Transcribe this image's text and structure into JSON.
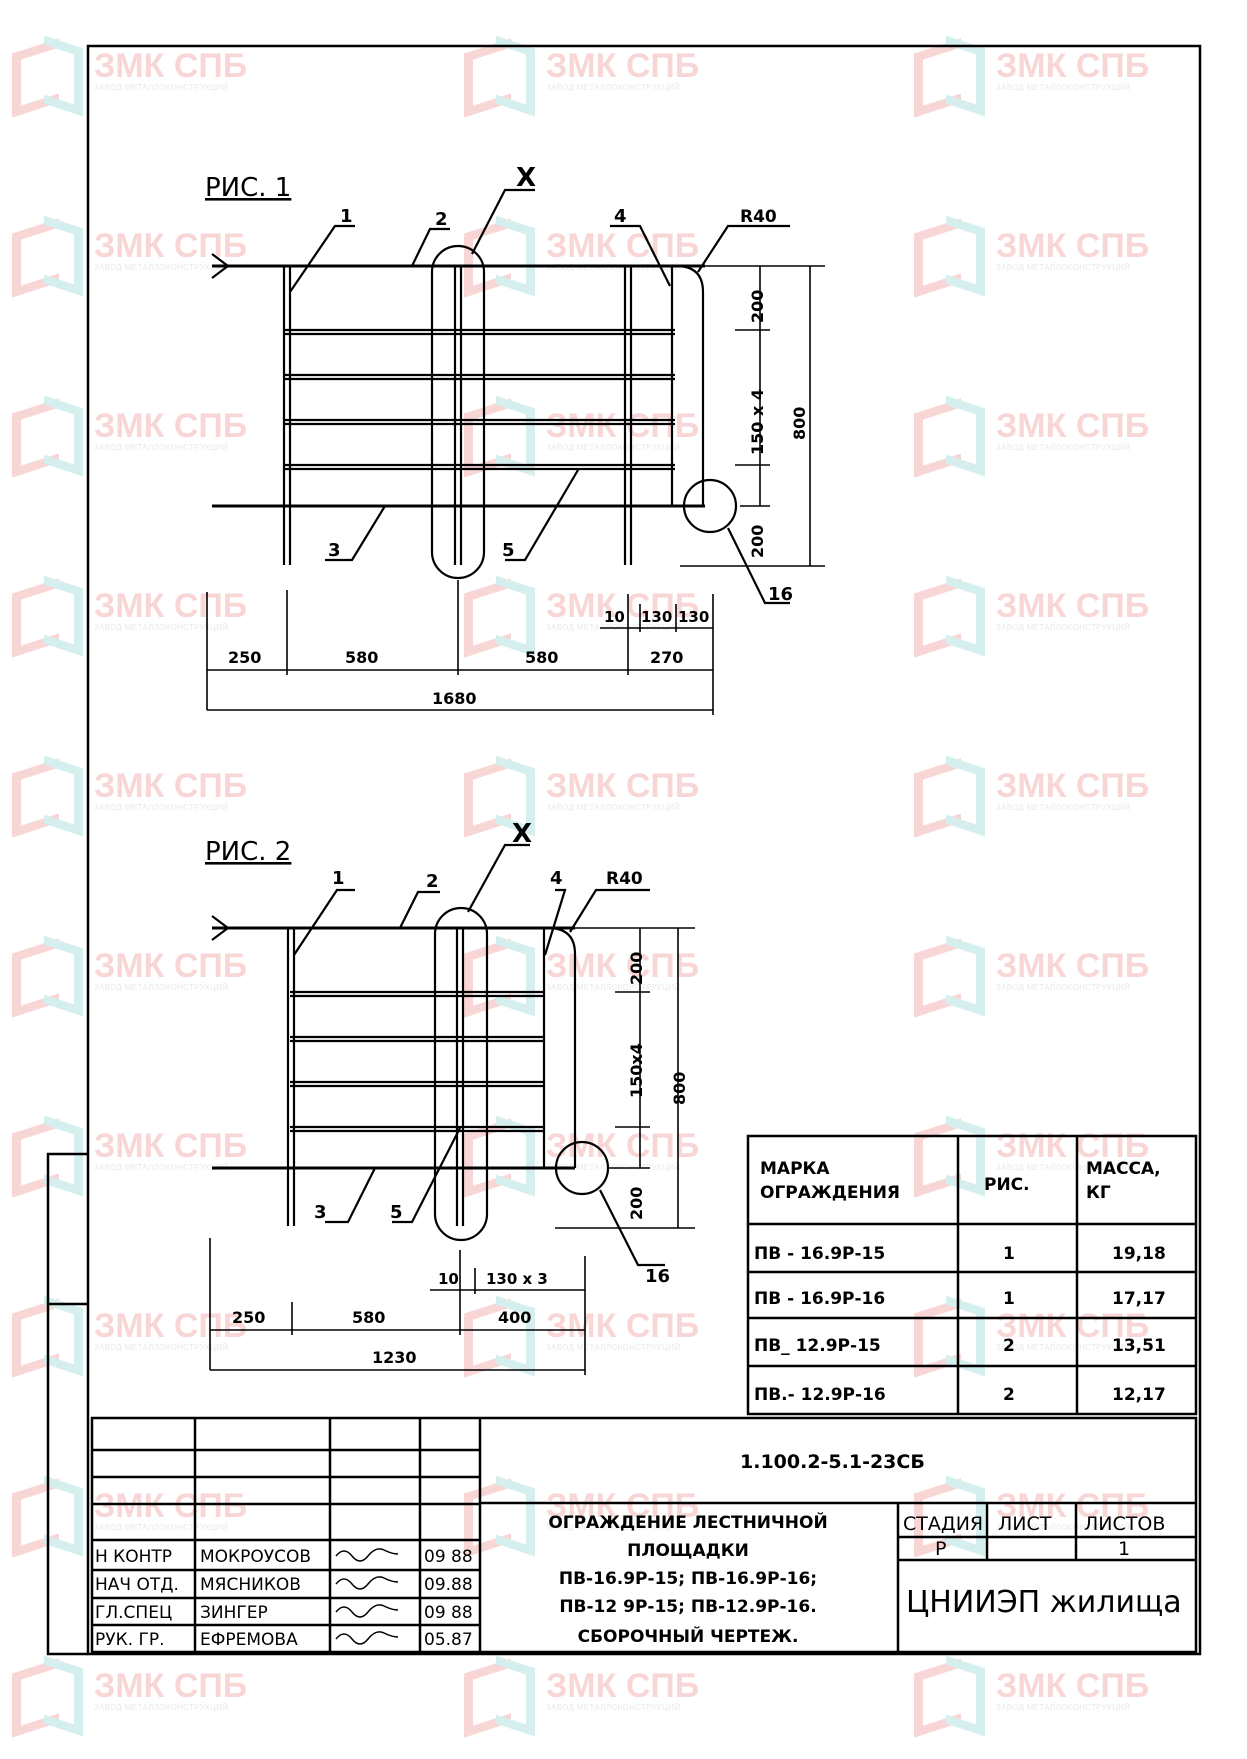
{
  "watermark": {
    "title": "ЗМК СПБ",
    "subtitle": "ЗАВОД МЕТАЛЛОКОНСТРУКЦИЙ",
    "accent_red": "#e74a4a",
    "accent_teal": "#3fb8b0"
  },
  "fig1": {
    "title": "РИС. 1",
    "callouts": [
      "1",
      "2",
      "4",
      "3",
      "5",
      "16"
    ],
    "node_label": "X",
    "radius_label": "R40",
    "v_dims": [
      "200",
      "150 х 4",
      "200",
      "800"
    ],
    "h_dims": [
      "250",
      "580",
      "580",
      "270",
      "1680"
    ],
    "small_dims": [
      "10",
      "130",
      "130"
    ]
  },
  "fig2": {
    "title": "РИС. 2",
    "callouts": [
      "1",
      "2",
      "4",
      "3",
      "5",
      "16"
    ],
    "node_label": "X",
    "radius_label": "R40",
    "v_dims": [
      "200",
      "150х4",
      "200",
      "800"
    ],
    "h_dims": [
      "250",
      "580",
      "400",
      "1230"
    ],
    "small_dims": [
      "10",
      "130 х 3"
    ]
  },
  "spec_table": {
    "headers": [
      "МАРКА\nОГРАЖДЕНИЯ",
      "РИС.",
      "МАССА,\nКГ"
    ],
    "rows": [
      [
        "ПВ - 16.9Р-15",
        "1",
        "19,18"
      ],
      [
        "ПВ - 16.9Р-16",
        "1",
        "17,17"
      ],
      [
        "ПВ_ 12.9Р-15",
        "2",
        "13,51"
      ],
      [
        "ПВ.- 12.9Р-16",
        "2",
        "12,17"
      ]
    ]
  },
  "title_block": {
    "code": "1.100.2-5.1-23СБ",
    "title_lines": [
      "ОГРАЖДЕНИЕ ЛЕСТНИЧНОЙ",
      "ПЛОЩАДКИ",
      "ПВ-16.9Р-15; ПВ-16.9Р-16;",
      "ПВ-12 9Р-15; ПВ-12.9Р-16.",
      "СБОРОЧНЫЙ ЧЕРТЕЖ."
    ],
    "stage_headers": [
      "СТАДИЯ",
      "ЛИСТ",
      "ЛИСТОВ"
    ],
    "stage_values": [
      "Р",
      "",
      "1"
    ],
    "org": "ЦНИИЭП жилища",
    "signers": [
      {
        "role": "Н КОНТР",
        "name": "МОКРОУСОВ",
        "date": "09 88"
      },
      {
        "role": "НАЧ ОТД.",
        "name": "МЯСНИКОВ",
        "date": "09.88"
      },
      {
        "role": "ГЛ.СПЕЦ",
        "name": "ЗИНГЕР",
        "date": "09 88"
      },
      {
        "role": "РУК. ГР.",
        "name": "ЕФРЕМОВА",
        "date": "05.87"
      }
    ]
  }
}
